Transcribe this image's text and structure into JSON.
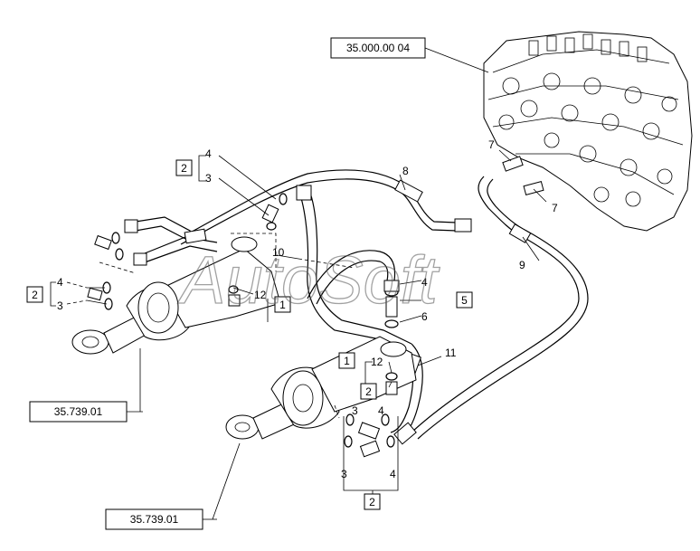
{
  "references": {
    "valve_block": "35.000.00 04",
    "cylinder_upper": "35.739.01",
    "cylinder_lower": "35.739.01"
  },
  "callouts": {
    "c1": "1",
    "c2": "2",
    "c3": "3",
    "c4": "4",
    "c5": "5",
    "c6": "6",
    "c7": "7",
    "c8": "8",
    "c9": "9",
    "c10": "10",
    "c11": "11",
    "c12": "12"
  },
  "watermark": "AutoSoft",
  "colors": {
    "line": "#000000",
    "background": "#ffffff",
    "watermark": "#555555"
  }
}
